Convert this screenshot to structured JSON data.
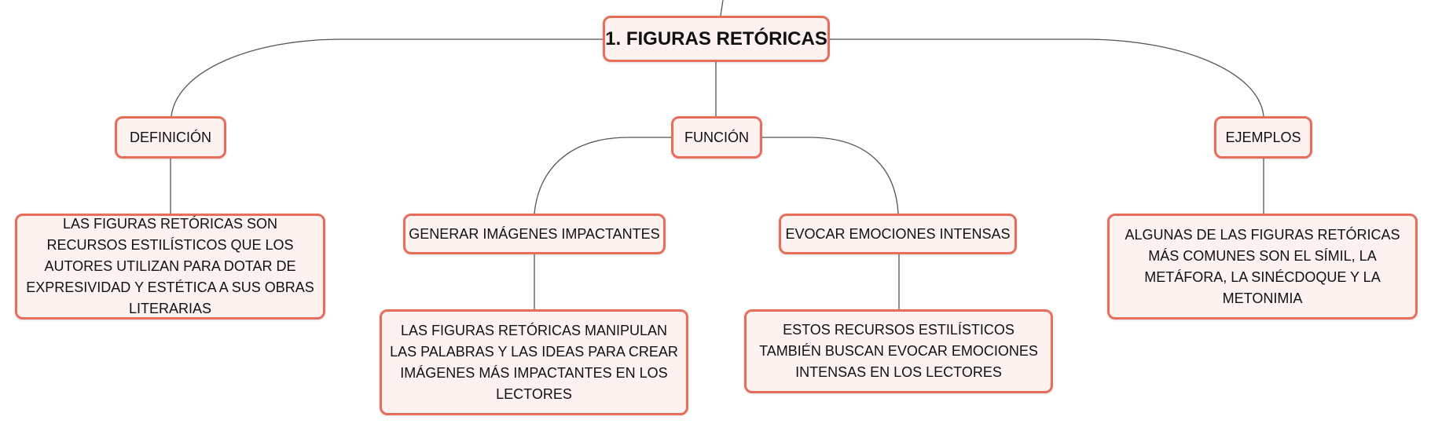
{
  "colors": {
    "border": "#e66e5a",
    "fill": "#fdf2ef",
    "line": "#555555"
  },
  "root": {
    "title": "1. FIGURAS RETÓRICAS"
  },
  "branches": {
    "definicion": {
      "label": "DEFINICIÓN",
      "detail": "LAS FIGURAS RETÓRICAS SON RECURSOS ESTILÍSTICOS QUE LOS AUTORES UTILIZAN PARA DOTAR DE EXPRESIVIDAD Y ESTÉTICA A SUS OBRAS LITERARIAS"
    },
    "funcion": {
      "label": "FUNCIÓN",
      "sub": [
        {
          "label": "GENERAR IMÁGENES IMPACTANTES",
          "detail": "LAS FIGURAS RETÓRICAS MANIPULAN LAS PALABRAS Y LAS IDEAS PARA CREAR IMÁGENES MÁS IMPACTANTES EN LOS LECTORES"
        },
        {
          "label": "EVOCAR EMOCIONES INTENSAS",
          "detail": "ESTOS RECURSOS ESTILÍSTICOS TAMBIÉN BUSCAN EVOCAR EMOCIONES INTENSAS EN LOS LECTORES"
        }
      ]
    },
    "ejemplos": {
      "label": "EJEMPLOS",
      "detail": "ALGUNAS DE LAS FIGURAS RETÓRICAS MÁS COMUNES SON EL SÍMIL, LA METÁFORA, LA SINÉCDOQUE Y LA METONIMIA"
    }
  }
}
